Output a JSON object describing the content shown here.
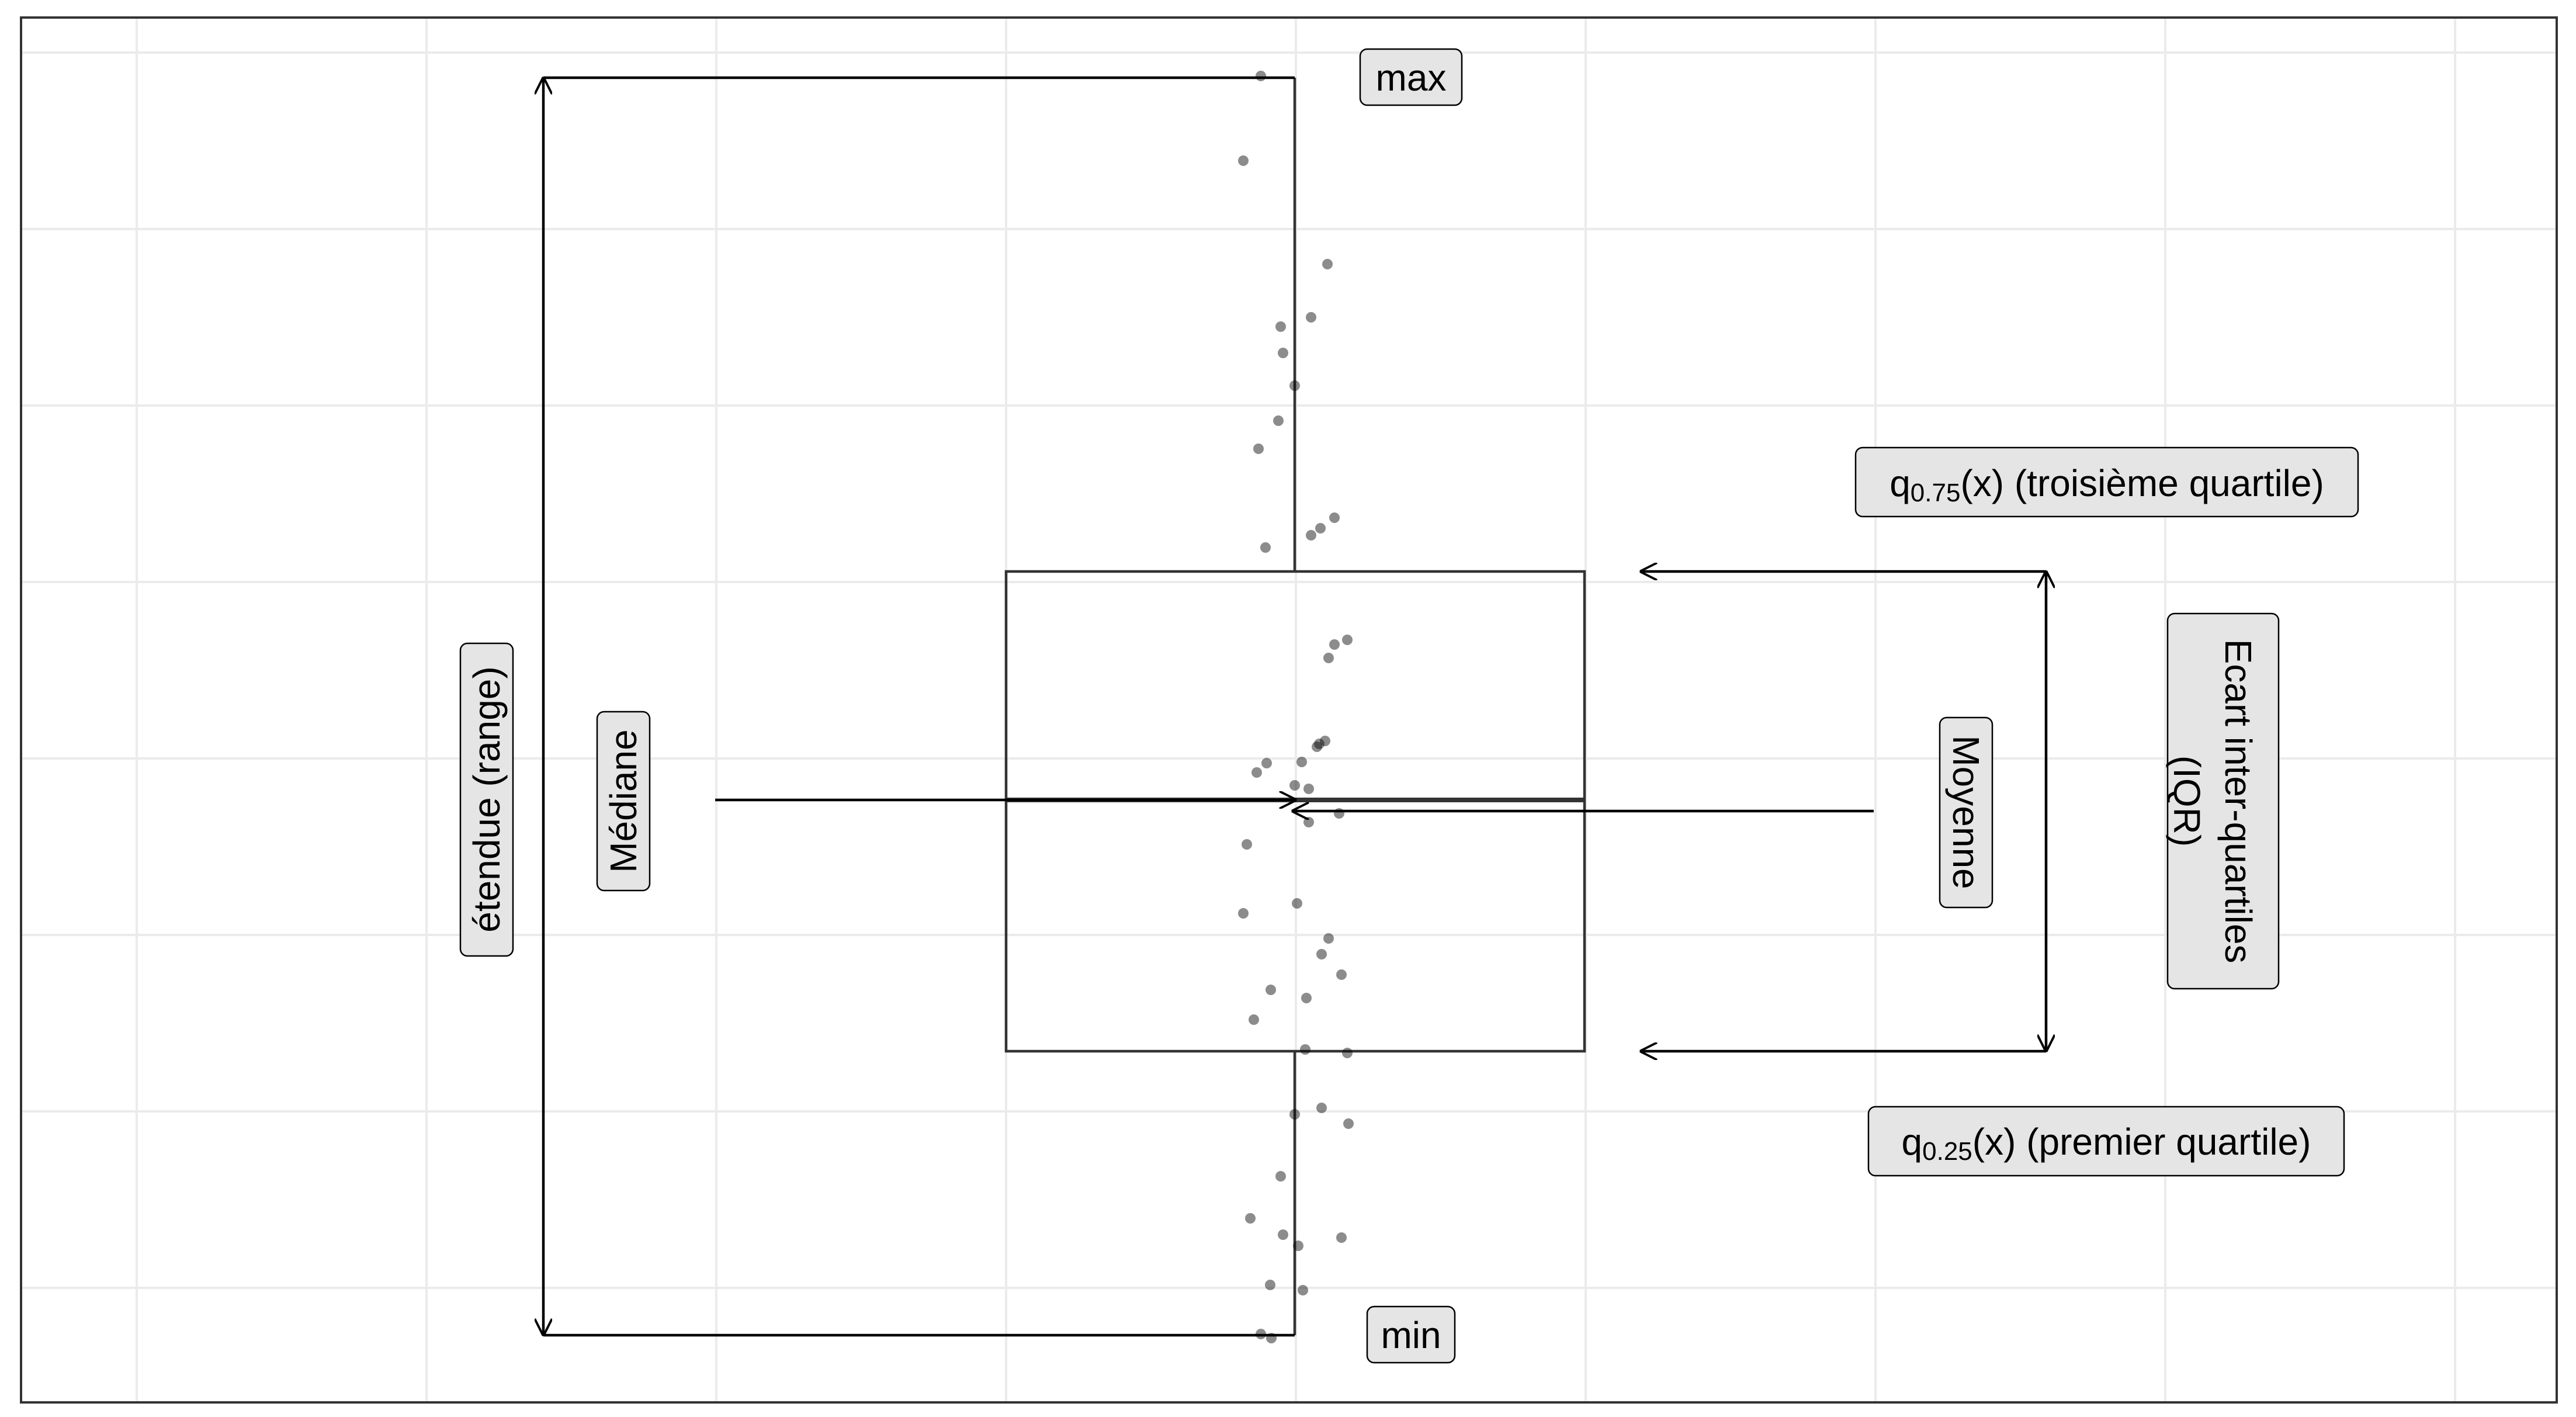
{
  "labels": {
    "max": "max",
    "min": "min",
    "range": "étendue (range)",
    "median": "Médiane",
    "mean": "Moyenne",
    "q3_q": "q",
    "q3_sub": "0.75",
    "q3_rest": "(x) (troisième quartile)",
    "q1_q": "q",
    "q1_sub": "0.25",
    "q1_rest": "(x) (premier quartile)",
    "iqr_line1": "Ecart inter-quartiles",
    "iqr_line2": "(IQR)"
  },
  "colors": {
    "grid": "#ebebeb",
    "border": "#333333",
    "label_fill": "#e5e5e5",
    "points": "#000000"
  }
}
